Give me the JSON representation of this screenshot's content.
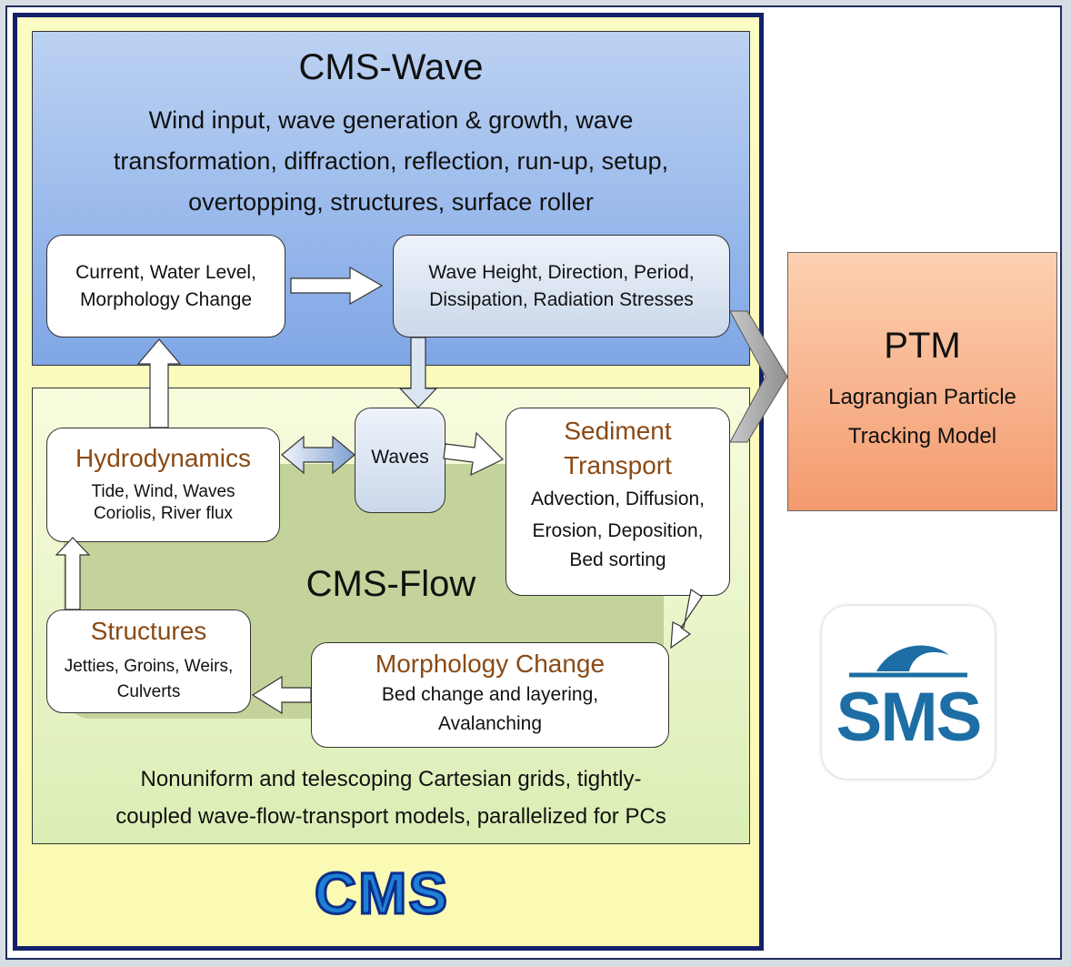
{
  "cms_wave": {
    "title": "CMS-Wave",
    "line1": "Wind input, wave generation & growth, wave",
    "line2": "transformation, diffraction, reflection, run-up, setup,",
    "line3": "overtopping, structures, surface roller",
    "input_box": {
      "line1": "Current, Water Level,",
      "line2": "Morphology Change"
    },
    "output_box": {
      "line1": "Wave Height, Direction, Period,",
      "line2": "Dissipation, Radiation Stresses"
    }
  },
  "cms_flow": {
    "title": "CMS-Flow",
    "hydrodynamics": {
      "title": "Hydrodynamics",
      "line1": "Tide, Wind, Waves",
      "line2": "Coriolis, River flux"
    },
    "waves": {
      "title": "Waves"
    },
    "sediment": {
      "title1": "Sediment",
      "title2": "Transport",
      "line1": "Advection, Diffusion,",
      "line2": "Erosion, Deposition,",
      "line3": "Bed sorting"
    },
    "structures": {
      "title": "Structures",
      "line1": "Jetties, Groins, Weirs,",
      "line2": "Culverts"
    },
    "morphology": {
      "title": "Morphology Change",
      "line1": "Bed change and layering,",
      "line2": "Avalanching"
    },
    "footer1": "Nonuniform and telescoping Cartesian grids, tightly-",
    "footer2": "coupled wave-flow-transport models, parallelized for PCs"
  },
  "cms_label": "CMS",
  "ptm": {
    "title": "PTM",
    "line1": "Lagrangian Particle",
    "line2": "Tracking Model"
  },
  "sms_logo": {
    "text": "SMS",
    "color": "#1c6ea4"
  },
  "colors": {
    "header_brown": "#8a4a15",
    "cms_blue": "#1e7fd6"
  }
}
